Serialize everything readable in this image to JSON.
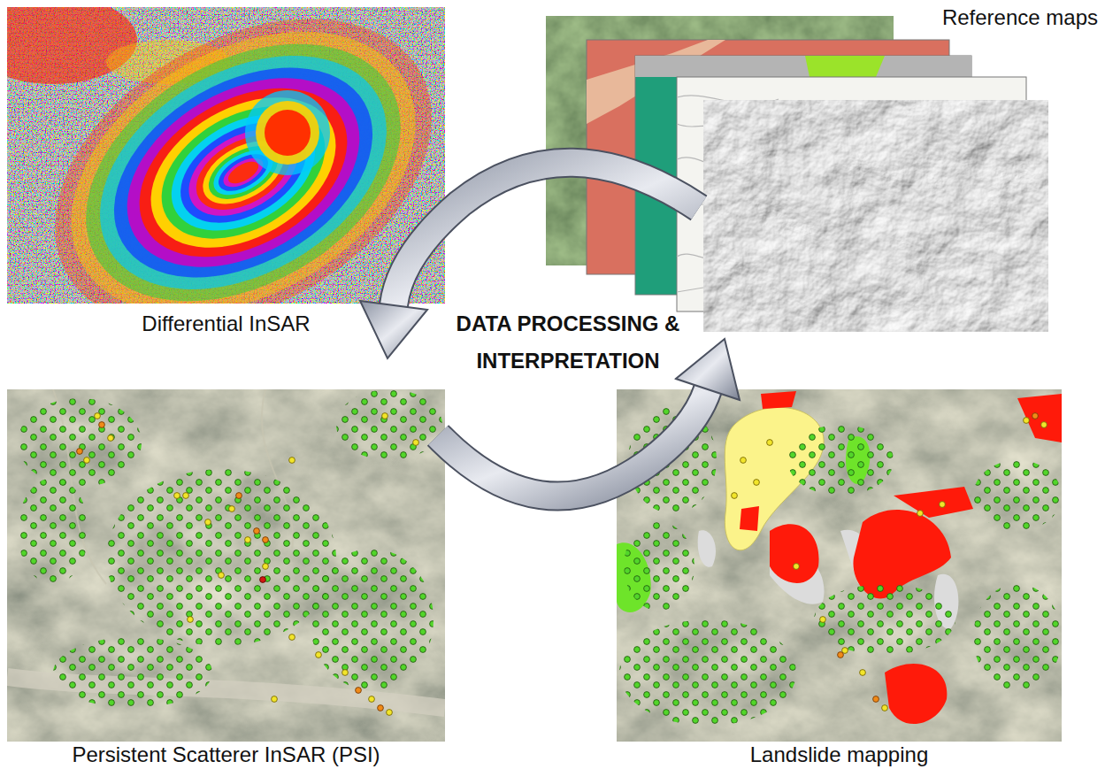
{
  "diagram": {
    "nodes": [
      {
        "text": [
          "Differential InSAR"
        ]
      },
      {
        "text": [
          "Reference maps"
        ]
      },
      {
        "text": [
          "Persistent Scatterer InSAR (PSI)"
        ]
      },
      {
        "text": [
          "Landslide mapping"
        ]
      }
    ],
    "labels": [
      "DATA PROCESSING & INTERPRETATION"
    ]
  }
}
